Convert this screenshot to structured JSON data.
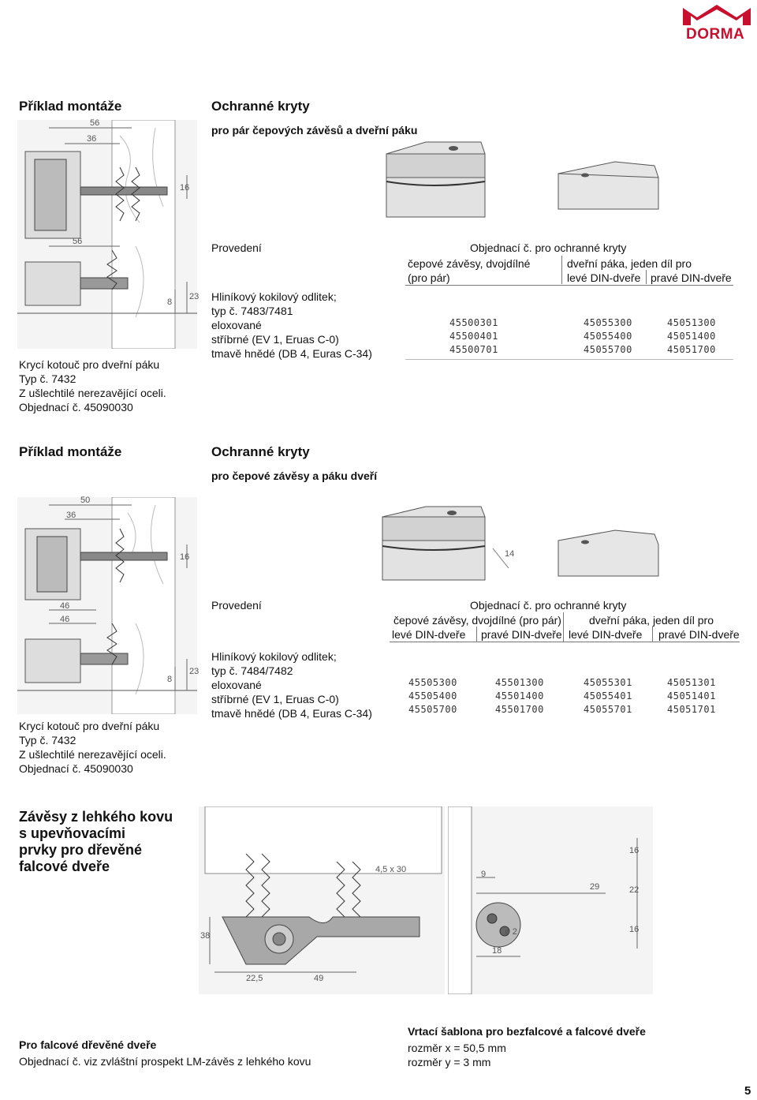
{
  "brand": {
    "name": "DORMA",
    "color": "#c8102e"
  },
  "page_number": "5",
  "section1": {
    "left_heading": "Příklad montáže",
    "right_heading": "Ochranné kryty",
    "subheading": "pro pár čepových závěsů a dveřní páku",
    "caption": {
      "title": "Krycí kotouč pro dveřní páku",
      "type": "Typ č. 7432",
      "material": "Z ušlechtilé nerezavějící oceli.",
      "order": "Objednací č. 45090030"
    },
    "dims_top": [
      "56",
      "36",
      "16"
    ],
    "dims_bottom": [
      "56",
      "8",
      "23"
    ],
    "table": {
      "provedeni": "Provedení",
      "order_header": "Objednací č. pro ochranné kryty",
      "col_a": "čepové závěsy, dvojdílné",
      "col_a2": "(pro pár)",
      "col_b": "dveřní páka, jeden díl pro",
      "col_b_left": "levé DIN-dveře",
      "col_b_right": "pravé DIN-dveře",
      "desc": [
        "Hliníkový kokilový odlitek;",
        "typ č. 7483/7481",
        "eloxované",
        "stříbrné (EV 1, Eruas C-0)",
        "tmavě hnědé (DB 4, Euras C-34)"
      ],
      "codes_a": [
        "45500301",
        "45500401",
        "45500701"
      ],
      "codes_b_left": [
        "45055300",
        "45055400",
        "45055700"
      ],
      "codes_b_right": [
        "45051300",
        "45051400",
        "45051700"
      ]
    }
  },
  "section2": {
    "left_heading": "Příklad montáže",
    "right_heading": "Ochranné kryty",
    "subheading": "pro čepové závěsy a páku dveří",
    "caption": {
      "title": "Krycí kotouč pro dveřní páku",
      "type": "Typ č. 7432",
      "material": "Z ušlechtilé nerezavějící oceli.",
      "order": "Objednací č. 45090030"
    },
    "dims_top": [
      "50",
      "36",
      "16"
    ],
    "dims_bottom": [
      "46",
      "46",
      "8",
      "23"
    ],
    "dim_14": "14",
    "table": {
      "provedeni": "Provedení",
      "order_header": "Objednací č. pro ochranné kryty",
      "col_a": "čepové závěsy, dvojdílné (pro pár)",
      "col_b": "dveřní páka, jeden díl pro",
      "sub_1": "levé DIN-dveře",
      "sub_2": "pravé DIN-dveře",
      "sub_3": "levé DIN-dveře",
      "sub_4": "pravé DIN-dveře",
      "desc": [
        "Hliníkový kokilový odlitek;",
        "typ č. 7484/7482",
        "eloxované",
        "stříbrné (EV 1, Eruas C-0)",
        "tmavě hnědé (DB 4, Euras C-34)"
      ],
      "codes_1": [
        "45505300",
        "45505400",
        "45505700"
      ],
      "codes_2": [
        "45501300",
        "45501400",
        "45501700"
      ],
      "codes_3": [
        "45055301",
        "45055401",
        "45055701"
      ],
      "codes_4": [
        "45051301",
        "45051401",
        "45051701"
      ]
    }
  },
  "section3": {
    "heading_lines": [
      "Závěsy z lehkého kovu",
      "s upevňovacími",
      "prvky pro dřevěné",
      "falcové dveře"
    ],
    "dims_left": [
      "4,5 x 30",
      "38",
      "22,5",
      "49"
    ],
    "dims_right": [
      "9",
      "29",
      "16",
      "22",
      "16",
      "ø 2",
      "18"
    ],
    "left_caption_title": "Pro falcové dřevěné dveře",
    "left_caption_text": "Objednací č. viz zvláštní prospekt LM-závěs z lehkého kovu",
    "right_caption_title": "Vrtací šablona pro bezfalcové a falcové dveře",
    "right_caption_x": "rozměr x = 50,5 mm",
    "right_caption_y": "rozměr y = 3 mm"
  }
}
